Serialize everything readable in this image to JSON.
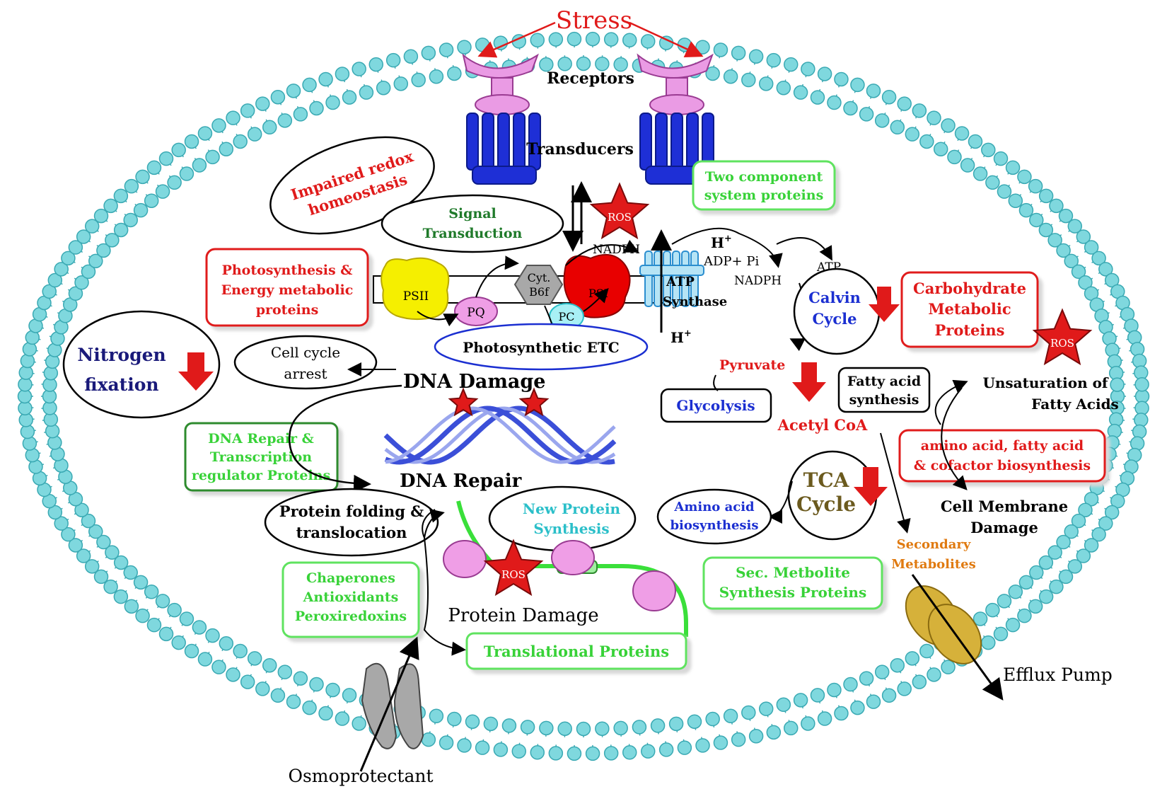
{
  "labels": {
    "stress": "Stress",
    "receptors": "Receptors",
    "transducers": "Transducers",
    "impaired_redox_1": "Impaired redox",
    "impaired_redox_2": "homeostasis",
    "signal_1": "Signal",
    "signal_2": "Transduction",
    "two_component_1": "Two component",
    "two_component_2": "system proteins",
    "ros": "ROS",
    "nadph": "NADPH",
    "h_plus": "H",
    "h_plus_sup": "+",
    "adp_pi": "ADP+ Pi",
    "atp": "ATP",
    "nadph2": "NADPH",
    "photosynthesis_1": "Photosynthesis &",
    "photosynthesis_2": "Energy metabolic",
    "photosynthesis_3": "proteins",
    "psii": "PSII",
    "pq": "PQ",
    "cyt_1": "Cyt.",
    "cyt_2": "B6f",
    "psi": "PSI",
    "pc": "PC",
    "atp_synthase_1": "ATP",
    "atp_synthase_2": "Synthase",
    "photosynthetic_etc": "Photosynthetic ETC",
    "calvin_1": "Calvin",
    "calvin_2": "Cycle",
    "carbohydrate_1": "Carbohydrate",
    "carbohydrate_2": "Metabolic",
    "carbohydrate_3": "Proteins",
    "nitrogen_1": "Nitrogen",
    "nitrogen_2": "fixation",
    "cell_cycle_1": "Cell cycle",
    "cell_cycle_2": "arrest",
    "dna_damage": "DNA Damage",
    "pyruvate": "Pyruvate",
    "glycolysis": "Glycolysis",
    "fatty_acid_1": "Fatty acid",
    "fatty_acid_2": "synthesis",
    "unsaturation_1": "Unsaturation of",
    "unsaturation_2": "Fatty Acids",
    "acetyl_coa": "Acetyl CoA",
    "dna_repair_box_1": "DNA Repair &",
    "dna_repair_box_2": "Transcription",
    "dna_repair_box_3": "regulator Proteins",
    "amino_fatty_1": "amino acid, fatty acid",
    "amino_fatty_2": "& cofactor biosynthesis",
    "dna_repair": "DNA Repair",
    "tca_1": "TCA",
    "tca_2": "Cycle",
    "protein_folding_1": "Protein folding &",
    "protein_folding_2": "translocation",
    "new_protein_1": "New Protein",
    "new_protein_2": "Synthesis",
    "amino_acid_1": "Amino acid",
    "amino_acid_2": "biosynthesis",
    "cell_membrane_1": "Cell Membrane",
    "cell_membrane_2": "Damage",
    "secondary_1": "Secondary",
    "secondary_2": "Metabolites",
    "chaperones_1": "Chaperones",
    "chaperones_2": "Antioxidants",
    "chaperones_3": "Peroxiredoxins",
    "sec_metabolite_1": "Sec. Metbolite",
    "sec_metabolite_2": "Synthesis Proteins",
    "protein_damage": "Protein Damage",
    "translational": "Translational Proteins",
    "efflux_pump": "Efflux Pump",
    "osmoprotectant": "Osmoprotectant"
  },
  "colors": {
    "membrane": "#7fd8de",
    "membrane_stroke": "#3aa9b3",
    "red": "#e01a1a",
    "green_box": "#5ee35e",
    "dark_green": "#2e8b2e",
    "blue": "#1b2fd1",
    "navy": "#1a1a7a",
    "orange": "#e07a10",
    "olive": "#6b5a1e",
    "teal_text": "#2bbfc9"
  }
}
